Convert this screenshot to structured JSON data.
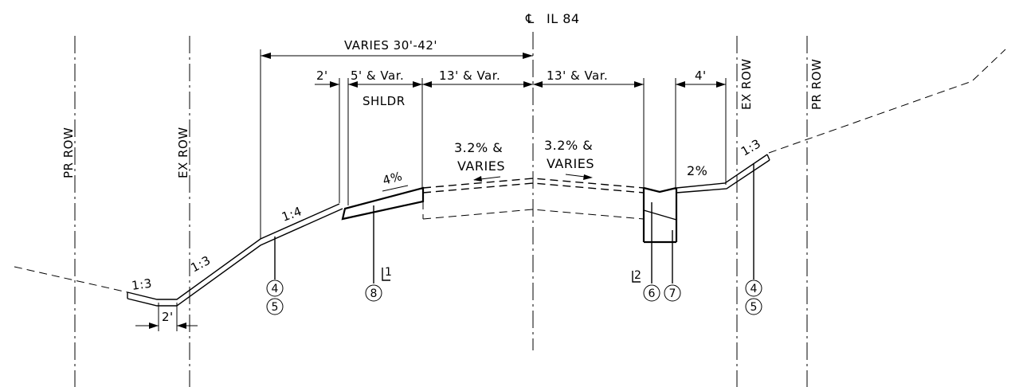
{
  "centerline": {
    "symbol": "℄",
    "label": "IL 84"
  },
  "row_labels": {
    "pr_row_left": "PR ROW",
    "ex_row_left": "EX ROW",
    "ex_row_right": "EX ROW",
    "pr_row_right": "PR ROW"
  },
  "dimensions": {
    "varies_total": "VARIES 30'-42'",
    "two_ft_top": "2'",
    "shoulder_width": "5' & Var.",
    "lane_left": "13' & Var.",
    "lane_right": "13' & Var.",
    "four_ft": "4'",
    "two_ft_bottom": "2'"
  },
  "labels": {
    "shldr": "SHLDR",
    "cross_slope_left_1": "3.2% &",
    "cross_slope_left_2": "VARIES",
    "cross_slope_right_1": "3.2% &",
    "cross_slope_right_2": "VARIES",
    "shoulder_slope": "4%",
    "right_slope": "2%"
  },
  "slopes": {
    "left_far": "1:3",
    "left_mid": "1:3",
    "left_near": "1:4",
    "right": "1:3"
  },
  "callouts": {
    "c4_left": "4",
    "c5_left": "5",
    "c8": "8",
    "c6": "6",
    "c7": "7",
    "c4_right": "4",
    "c5_right": "5"
  },
  "notes": {
    "note1": "1",
    "note2": "2"
  }
}
